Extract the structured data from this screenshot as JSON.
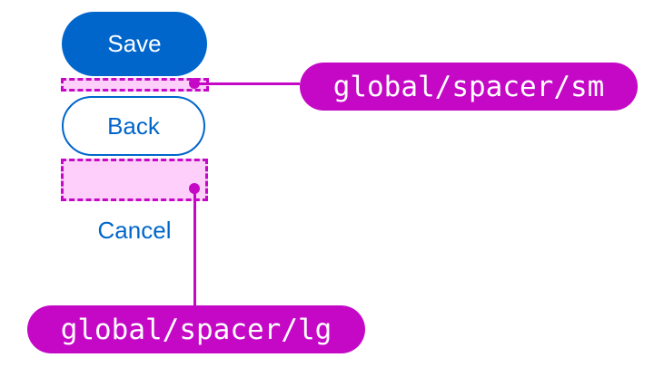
{
  "diagram": {
    "buttons": [
      {
        "label": "Save",
        "variant": "primary"
      },
      {
        "label": "Back",
        "variant": "secondary"
      },
      {
        "label": "Cancel",
        "variant": "link"
      }
    ],
    "spacers": [
      {
        "token": "global/spacer/sm",
        "size": "sm"
      },
      {
        "token": "global/spacer/lg",
        "size": "lg"
      }
    ],
    "colors": {
      "primary_blue": "#0066CC",
      "annotation_magenta": "#C408C6",
      "spacer_fill_pink": "#FDCFFA",
      "button_text_on_primary": "#FFFFFF",
      "token_label_text": "#FFFFFF",
      "background": "#FFFFFF"
    }
  }
}
